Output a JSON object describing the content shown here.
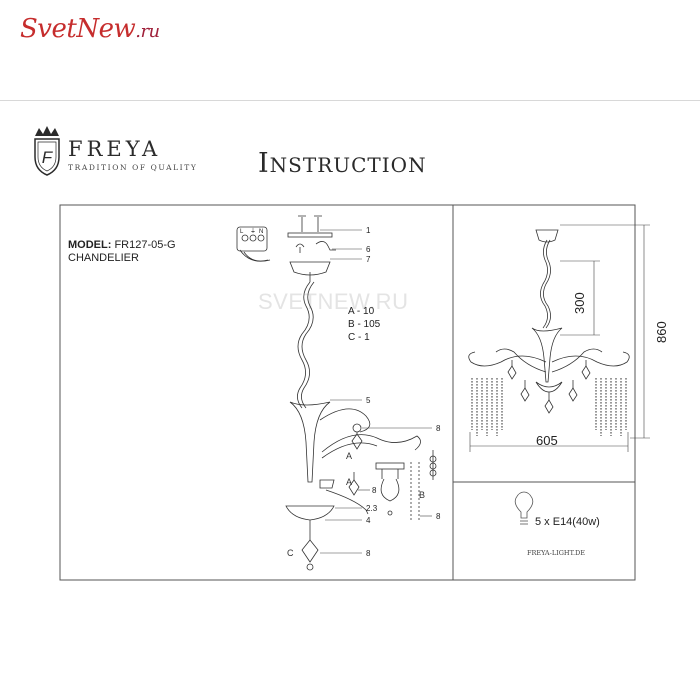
{
  "site_logo": {
    "name": "SvetNew",
    "tld": ".ru"
  },
  "brand": {
    "name": "FREYA",
    "tagline": "TRADITION OF QUALITY",
    "monogram": "F"
  },
  "title": {
    "first": "I",
    "rest": "NSTRUCTION"
  },
  "model": {
    "label": "MODEL:",
    "code": "FR127-05-G",
    "type": "CHANDELIER"
  },
  "watermark": "SVETNEW.RU",
  "parts": {
    "callouts": [
      "1",
      "6",
      "7",
      "5",
      "8",
      "8",
      "4",
      "8",
      "2",
      "3",
      "8"
    ],
    "counts": [
      "A - 10",
      "B - 105",
      "C - 1"
    ],
    "letters": [
      "A",
      "A",
      "B",
      "C"
    ],
    "wire_labels": [
      "L",
      "⏚",
      "N"
    ]
  },
  "dimensions": {
    "chain": "300",
    "height": "860",
    "width": "605"
  },
  "bulb": {
    "spec": "5 x E14(40w)"
  },
  "website": "FREYA-LIGHT.DE",
  "colors": {
    "logo_red": "#c62d2d",
    "line": "#333333",
    "frame": "#555555"
  }
}
